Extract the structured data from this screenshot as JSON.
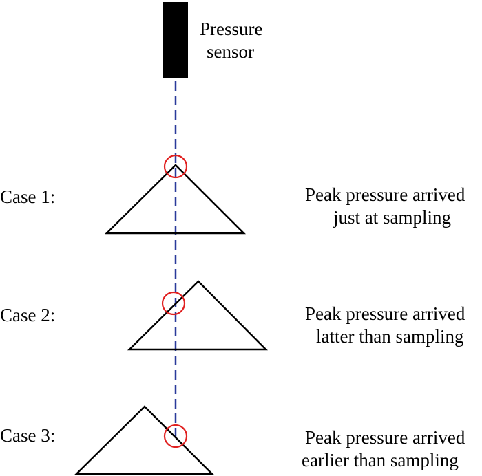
{
  "sensor": {
    "label_line1": "Pressure",
    "label_line2": "sensor"
  },
  "cases": [
    {
      "label": "Case 1:",
      "desc_line1": "Peak pressure arrived",
      "desc_line2": "just at sampling"
    },
    {
      "label": "Case 2:",
      "desc_line1": "Peak pressure arrived",
      "desc_line2": "latter than sampling"
    },
    {
      "label": "Case 3:",
      "desc_line1": "Peak pressure arrived",
      "desc_line2": "earlier than sampling"
    }
  ],
  "colors": {
    "sampling_line": "#2a3a9a",
    "marker": "#e02020",
    "stroke": "#000000"
  }
}
